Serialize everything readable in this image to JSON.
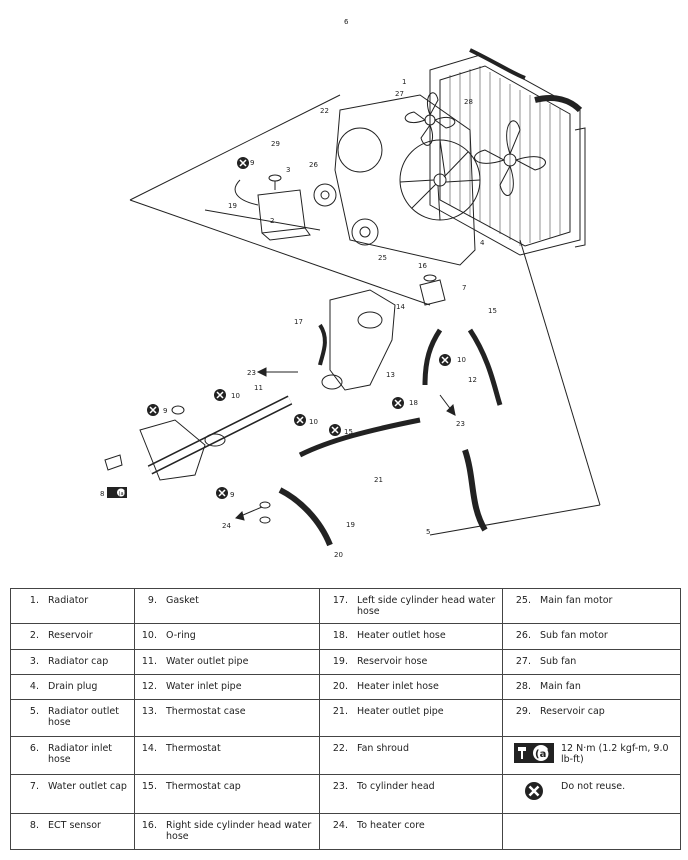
{
  "callouts": [
    "1",
    "2",
    "3",
    "4",
    "5",
    "6",
    "7",
    "8",
    "9",
    "10",
    "11",
    "12",
    "13",
    "14",
    "15",
    "16",
    "17",
    "18",
    "19",
    "20",
    "21",
    "22",
    "23",
    "24",
    "25",
    "26",
    "27",
    "28",
    "29"
  ],
  "legend": {
    "rows": [
      [
        {
          "num": "1.",
          "label": "Radiator"
        },
        {
          "num": "9.",
          "label": "Gasket"
        },
        {
          "num": "17.",
          "label": "Left side cylinder head water hose"
        },
        {
          "num": "25.",
          "label": "Main fan motor"
        }
      ],
      [
        {
          "num": "2.",
          "label": "Reservoir"
        },
        {
          "num": "10.",
          "label": "O-ring"
        },
        {
          "num": "18.",
          "label": "Heater outlet hose"
        },
        {
          "num": "26.",
          "label": "Sub fan motor"
        }
      ],
      [
        {
          "num": "3.",
          "label": "Radiator cap"
        },
        {
          "num": "11.",
          "label": "Water outlet pipe"
        },
        {
          "num": "19.",
          "label": "Reservoir hose"
        },
        {
          "num": "27.",
          "label": "Sub fan"
        }
      ],
      [
        {
          "num": "4.",
          "label": "Drain plug"
        },
        {
          "num": "12.",
          "label": "Water inlet pipe"
        },
        {
          "num": "20.",
          "label": "Heater inlet hose"
        },
        {
          "num": "28.",
          "label": "Main fan"
        }
      ],
      [
        {
          "num": "5.",
          "label": "Radiator outlet hose"
        },
        {
          "num": "13.",
          "label": "Thermostat case"
        },
        {
          "num": "21.",
          "label": "Heater outlet pipe"
        },
        {
          "num": "29.",
          "label": "Reservoir cap"
        }
      ],
      [
        {
          "num": "6.",
          "label": "Radiator inlet hose"
        },
        {
          "num": "14.",
          "label": "Thermostat"
        },
        {
          "num": "22.",
          "label": "Fan shroud"
        },
        {
          "num": "",
          "label": "12 N·m (1.2 kgf-m, 9.0 lb-ft)"
        }
      ],
      [
        {
          "num": "7.",
          "label": "Water outlet cap"
        },
        {
          "num": "15.",
          "label": "Thermostat cap"
        },
        {
          "num": "23.",
          "label": "To cylinder head"
        },
        {
          "num": "",
          "label": "Do not reuse."
        }
      ],
      [
        {
          "num": "8.",
          "label": "ECT sensor"
        },
        {
          "num": "16.",
          "label": "Right side cylinder head water hose"
        },
        {
          "num": "24.",
          "label": "To heater core"
        },
        {
          "num": "",
          "label": ""
        }
      ]
    ],
    "torque_symbol_letter": "(a)"
  },
  "icons": [
    "torque-wrench-icon",
    "do-not-reuse-icon"
  ]
}
